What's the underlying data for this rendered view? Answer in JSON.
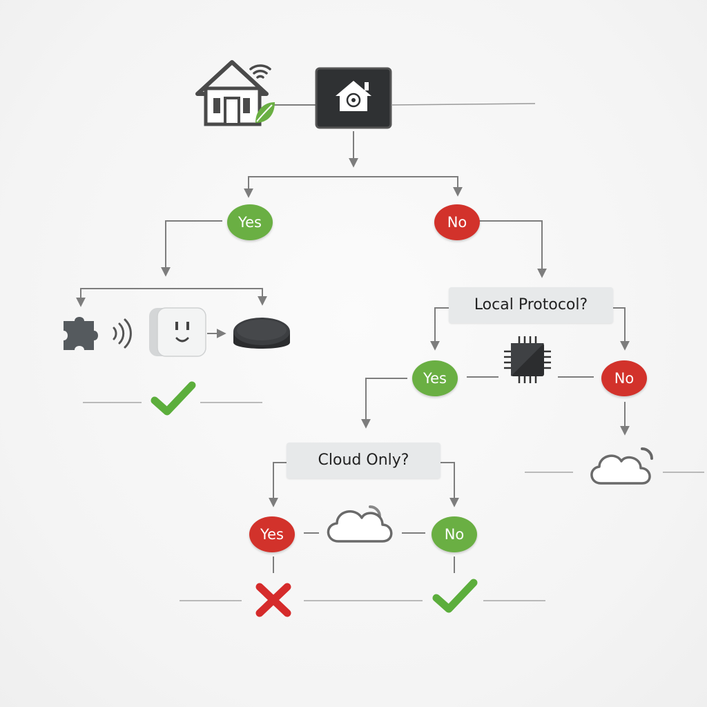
{
  "decisions": {
    "first_yes": "Yes",
    "first_no": "No",
    "local_yes": "Yes",
    "local_no": "No",
    "cloud_yes": "Yes",
    "cloud_no": "No"
  },
  "questions": {
    "local_protocol": "Local Protocol?",
    "cloud_only": "Cloud Only?"
  },
  "icons": {
    "top": [
      "house-icon",
      "wifi-icon",
      "leaf-icon",
      "home-hub-icon"
    ],
    "compatible_devices": [
      "puzzle-icon",
      "signal-icon",
      "smart-plug-icon",
      "smart-speaker-icon"
    ],
    "middle": [
      "chip-icon",
      "cloud-icon"
    ],
    "outcomes": [
      "checkmark-icon",
      "cross-icon"
    ]
  },
  "colors": {
    "yes_green": "#6aaf43",
    "no_red": "#d2322b",
    "check_green": "#5cae3c",
    "cross_red": "#d52b2b",
    "connector": "#7d7d7d",
    "question_box": "#e7e9ea"
  }
}
